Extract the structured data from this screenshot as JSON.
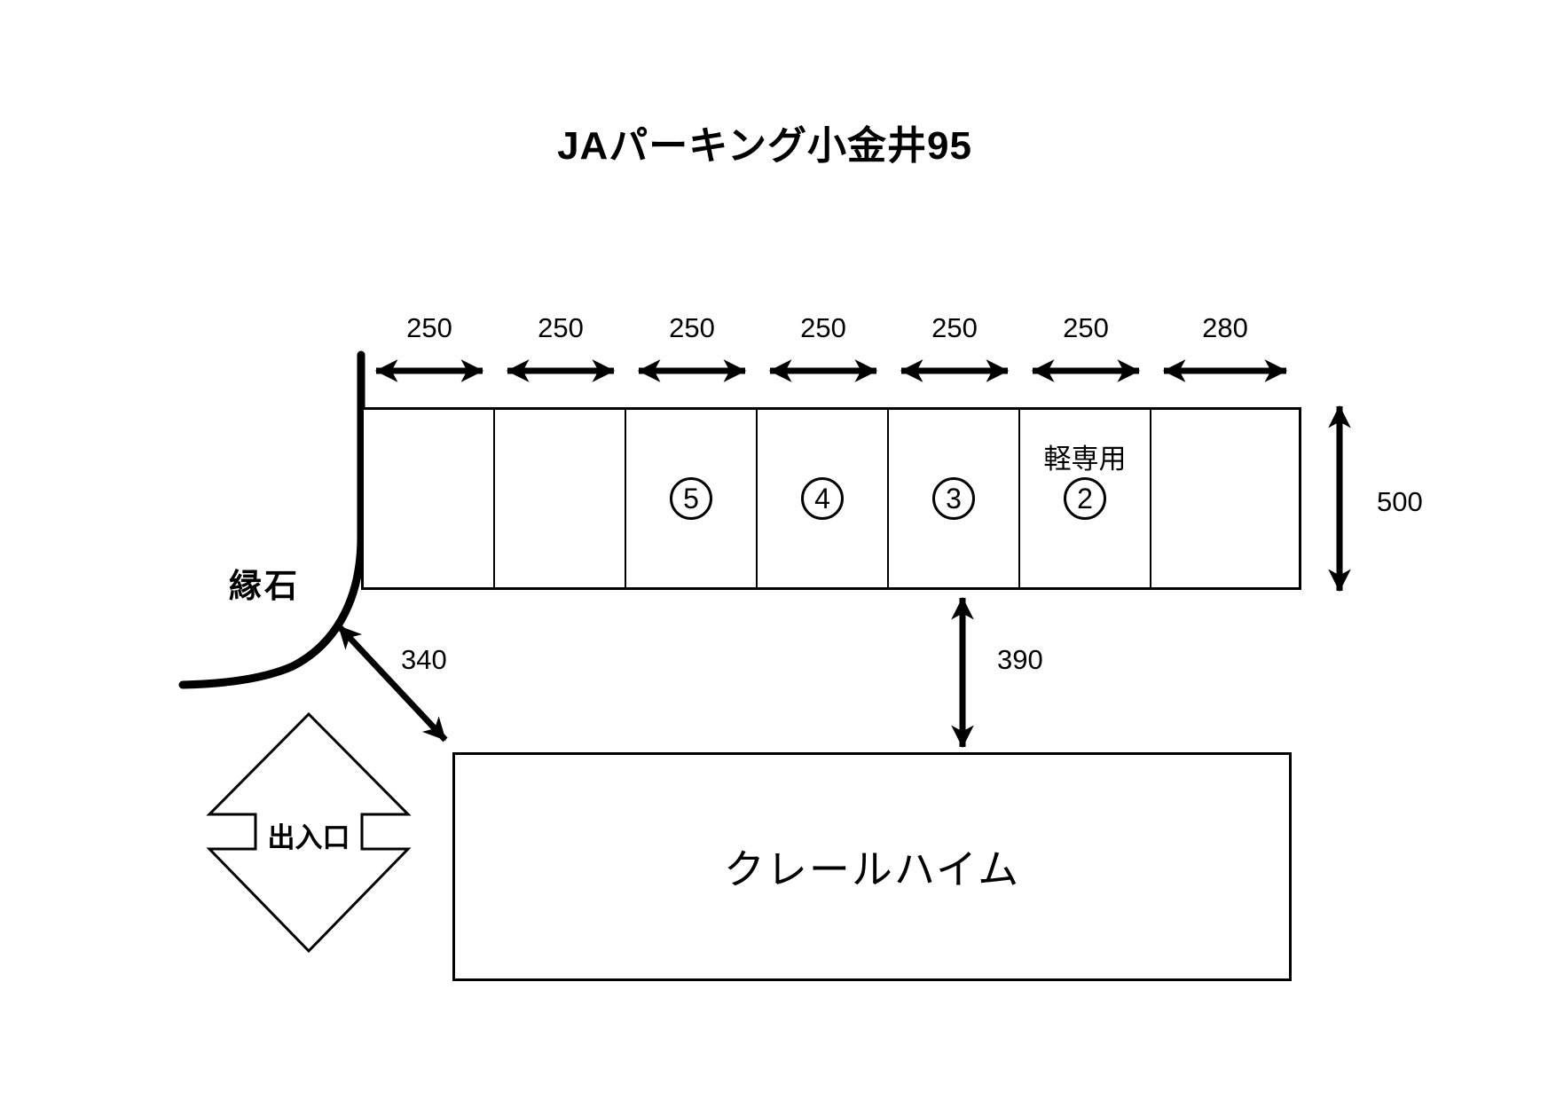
{
  "title": "JAパーキング小金井95",
  "labels": {
    "curb": "縁石",
    "entrance": "出入口",
    "building": "クレールハイム"
  },
  "dimensions": {
    "stall_depth": "500",
    "curb_to_building_gap": "340",
    "row_to_building_gap": "390"
  },
  "spaces": [
    {
      "width_label": "250",
      "number": "",
      "note": ""
    },
    {
      "width_label": "250",
      "number": "",
      "note": ""
    },
    {
      "width_label": "250",
      "number": "5",
      "note": ""
    },
    {
      "width_label": "250",
      "number": "4",
      "note": ""
    },
    {
      "width_label": "250",
      "number": "3",
      "note": ""
    },
    {
      "width_label": "250",
      "number": "2",
      "note": "軽専用"
    },
    {
      "width_label": "280",
      "number": "",
      "note": ""
    }
  ],
  "colors": {
    "line": "#000000",
    "background": "#ffffff"
  }
}
